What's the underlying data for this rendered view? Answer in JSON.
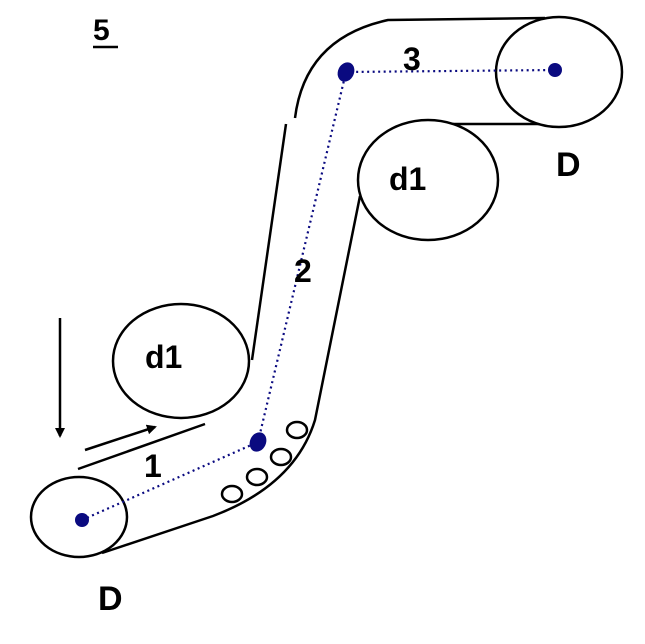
{
  "figure_number": "5",
  "labels": {
    "pulley_bottom": "D",
    "pulley_top": "D",
    "roller_left": "d1",
    "roller_right": "d1",
    "segment_1": "1",
    "segment_2": "2",
    "segment_3": "3"
  },
  "colors": {
    "path": "#0a0a80",
    "outline": "#000000"
  },
  "icons": {
    "feed_arrow": "arrow-down-icon",
    "belt_direction_arrow": "arrow-up-right-icon"
  }
}
